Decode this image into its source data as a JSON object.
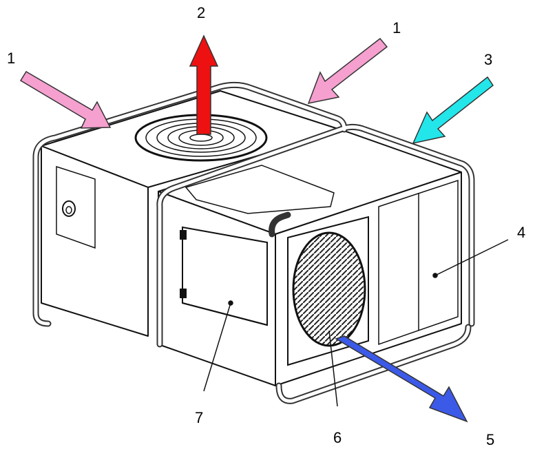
{
  "callouts": {
    "left_intake": "1",
    "top_exhaust": "2",
    "right_intake": "1",
    "condenser_intake": "3",
    "side_panel": "4",
    "supply_outlet": "5",
    "supply_fan": "6",
    "access_panel": "7"
  },
  "arrow_colors": {
    "intake": "#f5a0cf",
    "exhaust": "#ee1111",
    "condenser_intake": "#22e6ea",
    "supply_outlet": "#3c5ae8"
  }
}
